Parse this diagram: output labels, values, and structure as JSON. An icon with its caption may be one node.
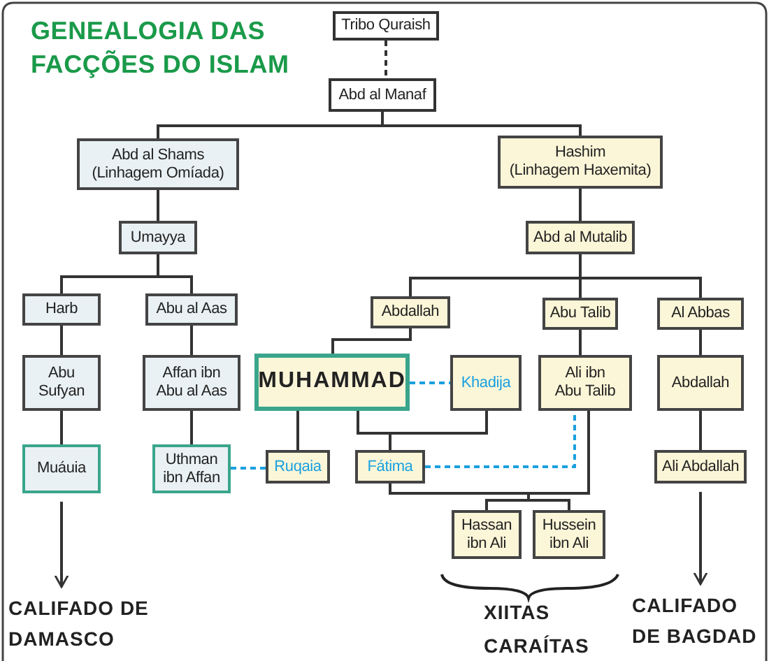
{
  "diagram": {
    "title": "GENEALOGIA DAS FACÇÕES DO ISLAM",
    "nodes": [
      {
        "text": [
          "Tribo Quraish"
        ]
      },
      {
        "text": [
          "Abd al Manaf"
        ]
      },
      {
        "text": [
          "Abd al Shams",
          "(Linhagem Omíada)"
        ]
      },
      {
        "text": [
          "Hashim",
          "(Linhagem Haxemita)"
        ]
      },
      {
        "text": [
          "Umayya"
        ]
      },
      {
        "text": [
          "Abd al Mutalib"
        ]
      },
      {
        "text": [
          "Harb"
        ]
      },
      {
        "text": [
          "Abu al Aas"
        ]
      },
      {
        "text": [
          "Abdallah"
        ]
      },
      {
        "text": [
          "Abu Talib"
        ]
      },
      {
        "text": [
          "Al Abbas"
        ]
      },
      {
        "text": [
          "Abu Sufyan"
        ]
      },
      {
        "text": [
          "Affan ibn Abu al Aas"
        ]
      },
      {
        "text": [
          "MUHAMMAD"
        ]
      },
      {
        "text": [
          "Khadija"
        ]
      },
      {
        "text": [
          "Ali ibn Abu Talib"
        ]
      },
      {
        "text": [
          "Abdallah"
        ]
      },
      {
        "text": [
          "Muáuia"
        ]
      },
      {
        "text": [
          "Uthman ibn Affan"
        ]
      },
      {
        "text": [
          "Ruqaia"
        ]
      },
      {
        "text": [
          "Fátima"
        ]
      },
      {
        "text": [
          "Ali Abdallah"
        ]
      },
      {
        "text": [
          "Hassan ibn Ali"
        ]
      },
      {
        "text": [
          "Hussein ibn Ali"
        ]
      },
      {
        "text": [
          "CALIFADO DE DAMASCO"
        ]
      },
      {
        "text": [
          "CALIFADO DE BAGDAD"
        ]
      }
    ],
    "edges": [
      {
        "from": 0,
        "to": 1,
        "arrow": "none",
        "style": "dashed"
      },
      {
        "from": 1,
        "to": 2,
        "arrow": "none"
      },
      {
        "from": 1,
        "to": 3,
        "arrow": "none"
      },
      {
        "from": 2,
        "to": 4,
        "arrow": "none"
      },
      {
        "from": 3,
        "to": 5,
        "arrow": "none"
      },
      {
        "from": 4,
        "to": 6,
        "arrow": "none"
      },
      {
        "from": 4,
        "to": 7,
        "arrow": "none"
      },
      {
        "from": 5,
        "to": 8,
        "arrow": "none"
      },
      {
        "from": 5,
        "to": 9,
        "arrow": "none"
      },
      {
        "from": 5,
        "to": 10,
        "arrow": "none"
      },
      {
        "from": 6,
        "to": 11,
        "arrow": "none"
      },
      {
        "from": 7,
        "to": 12,
        "arrow": "none"
      },
      {
        "from": 8,
        "to": 13,
        "arrow": "none"
      },
      {
        "from": 9,
        "to": 15,
        "arrow": "none"
      },
      {
        "from": 10,
        "to": 16,
        "arrow": "none"
      },
      {
        "from": 13,
        "to": 14,
        "arrow": "none",
        "style": "dashed",
        "color": "#1aa0e0"
      },
      {
        "from": 11,
        "to": 17,
        "arrow": "none"
      },
      {
        "from": 12,
        "to": 18,
        "arrow": "none"
      },
      {
        "from": 13,
        "to": 19,
        "arrow": "none"
      },
      {
        "from": 13,
        "to": 20,
        "arrow": "none"
      },
      {
        "from": 14,
        "to": 20,
        "arrow": "none"
      },
      {
        "from": 16,
        "to": 21,
        "arrow": "none"
      },
      {
        "from": 18,
        "to": 19,
        "arrow": "none",
        "style": "dashed",
        "color": "#1aa0e0"
      },
      {
        "from": 20,
        "to": 15,
        "arrow": "none",
        "style": "dashed",
        "color": "#1aa0e0"
      },
      {
        "from": 15,
        "to": 22,
        "arrow": "none"
      },
      {
        "from": 15,
        "to": 23,
        "arrow": "none"
      },
      {
        "from": 20,
        "to": 22,
        "arrow": "none"
      },
      {
        "from": 20,
        "to": 23,
        "arrow": "none"
      },
      {
        "from": 17,
        "to": 24,
        "arrow": "to"
      },
      {
        "from": 21,
        "to": 25,
        "arrow": "to"
      }
    ],
    "labels": [
      "XIITAS",
      "CARAÍTAS"
    ]
  }
}
